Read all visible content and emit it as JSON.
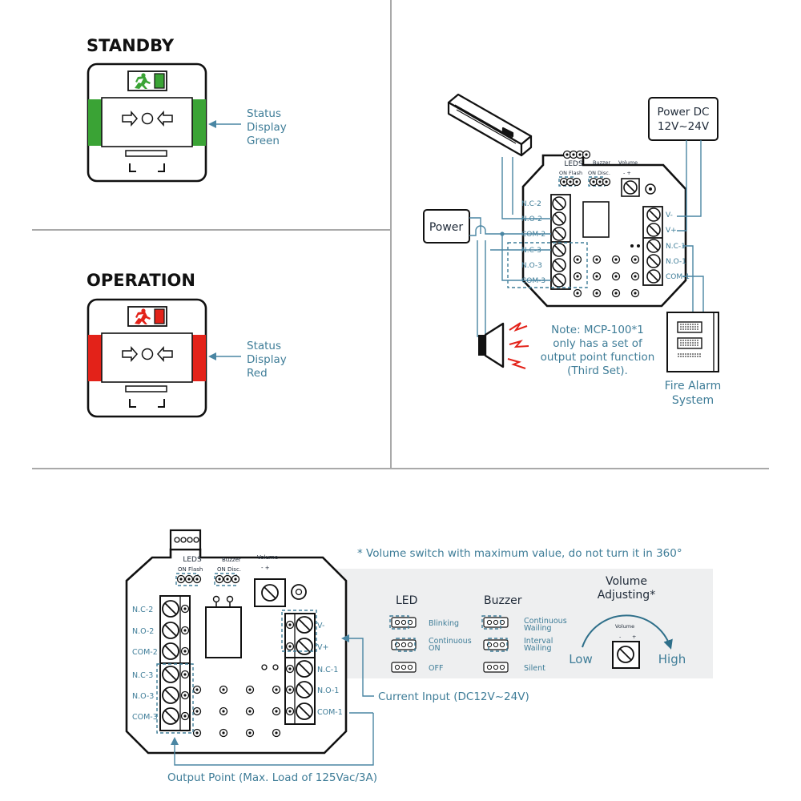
{
  "standby": {
    "heading": "STANDBY",
    "callout": [
      "Status",
      "Display",
      "Green"
    ],
    "status_color": "#3aa335"
  },
  "operation": {
    "heading": "OPERATION",
    "callout": [
      "Status",
      "Display",
      "Red"
    ],
    "status_color": "#e32219"
  },
  "wiring": {
    "power_box": "Power",
    "power_dc": [
      "Power DC",
      "12V~24V"
    ],
    "note": [
      "Note: MCP-100*1",
      "only has a set of",
      "output point function",
      "(Third Set)."
    ],
    "fire_alarm": [
      "Fire Alarm",
      "System"
    ]
  },
  "board": {
    "leds_label": "LEDS",
    "leds_sub": "ON  Flash",
    "buzzer_label": "Buzzer",
    "buzzer_sub": "ON  Disc.",
    "volume_label": "Volume",
    "volume_sub": "-    +",
    "left_terminals": [
      "N.C-2",
      "N.O-2",
      "COM-2",
      "N.C-3",
      "N.O-3",
      "COM-3"
    ],
    "right_terminals": [
      "V-",
      "V+",
      "N.C-1",
      "N.O-1",
      "COM-1"
    ]
  },
  "bottom": {
    "volume_note": "* Volume switch with maximum value, do not turn it in 360°",
    "current_input": "Current Input (DC12V~24V)",
    "output_point": "Output Point (Max. Load of 125Vac/3A)",
    "led_title": "LED",
    "led_modes": [
      "Blinking",
      "Continuous ON",
      "OFF"
    ],
    "buzzer_title": "Buzzer",
    "buzzer_modes": [
      "Continuous Wailing",
      "Interval Wailing",
      "Silent"
    ],
    "volume_title": [
      "Volume",
      "Adjusting*"
    ],
    "volume_mini": "Volume",
    "low": "Low",
    "high": "High"
  }
}
